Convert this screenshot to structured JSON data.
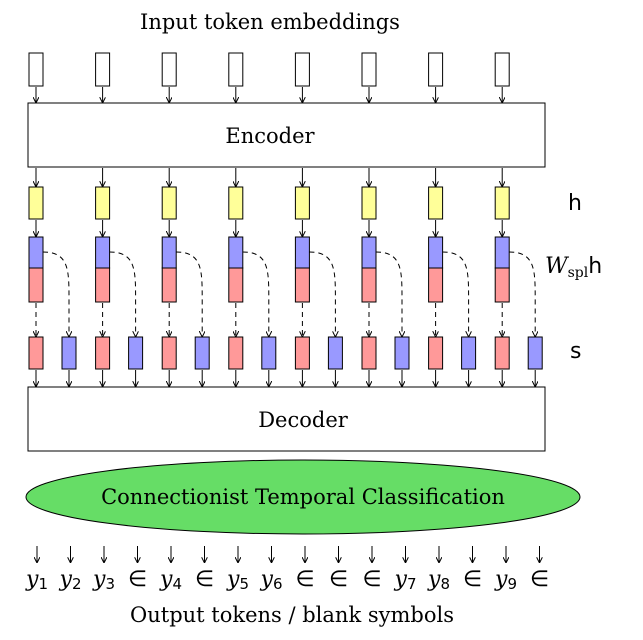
{
  "labels": {
    "input": "Input token embeddings",
    "encoder": "Encoder",
    "decoder": "Decoder",
    "ctc": "Connectionist Temporal Classification",
    "output": "Output tokens / blank symbols",
    "h": "h",
    "wspl_w": "W",
    "wspl_sub": "spl",
    "wspl_h": "h",
    "s": "s"
  },
  "colors": {
    "yellow": "#ffff99",
    "blue": "#9999ff",
    "red": "#ff9999",
    "green": "#66dd66",
    "white": "#ffffff"
  },
  "num_tokens": 8,
  "outputs": [
    {
      "base": "y",
      "sub": "1"
    },
    {
      "base": "y",
      "sub": "2"
    },
    {
      "base": "y",
      "sub": "3"
    },
    {
      "base": "∈",
      "sub": ""
    },
    {
      "base": "y",
      "sub": "4"
    },
    {
      "base": "∈",
      "sub": ""
    },
    {
      "base": "y",
      "sub": "5"
    },
    {
      "base": "y",
      "sub": "6"
    },
    {
      "base": "∈",
      "sub": ""
    },
    {
      "base": "∈",
      "sub": ""
    },
    {
      "base": "∈",
      "sub": ""
    },
    {
      "base": "y",
      "sub": "7"
    },
    {
      "base": "y",
      "sub": "8"
    },
    {
      "base": "∈",
      "sub": ""
    },
    {
      "base": "y",
      "sub": "9"
    },
    {
      "base": "∈",
      "sub": ""
    }
  ]
}
